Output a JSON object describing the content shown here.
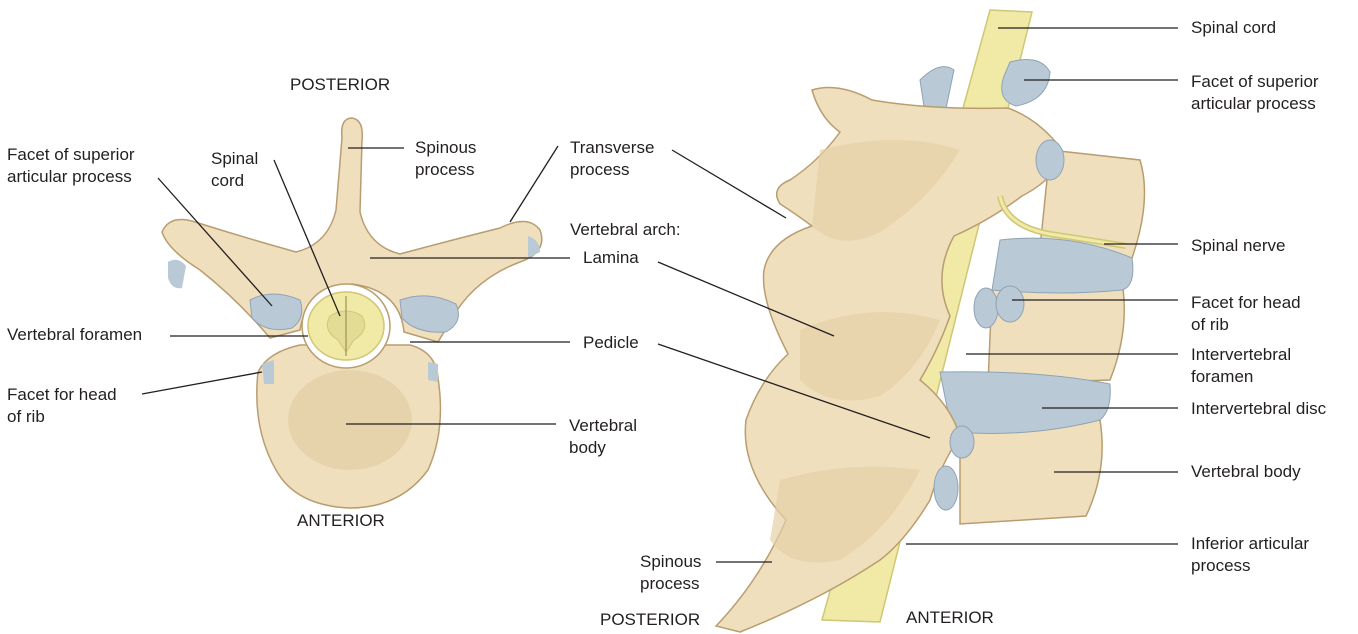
{
  "colors": {
    "bone": "#f0dfbd",
    "bone_shade": "#d9c29a",
    "bone_outline": "#b89d70",
    "cartilage": "#b9cad6",
    "cord": "#f0eaa6",
    "cord_dark": "#cfc676",
    "leader": "#231f20"
  },
  "superior_view": {
    "posterior": "POSTERIOR",
    "anterior": "ANTERIOR",
    "spinous_process": [
      "Spinous",
      "process"
    ],
    "facet_superior": [
      "Facet of superior",
      "articular process"
    ],
    "spinal_cord": [
      "Spinal",
      "cord"
    ],
    "transverse_process": [
      "Transverse",
      "process"
    ],
    "vertebral_arch": "Vertebral arch:",
    "lamina": "Lamina",
    "vertebral_foramen": "Vertebral foramen",
    "pedicle": "Pedicle",
    "facet_head_rib": [
      "Facet for head",
      "of rib"
    ],
    "vertebral_body": [
      "Vertebral",
      "body"
    ]
  },
  "lateral_view": {
    "spinal_cord": "Spinal cord",
    "facet_superior": [
      "Facet of superior",
      "articular process"
    ],
    "spinal_nerve": "Spinal nerve",
    "facet_head_rib": [
      "Facet for head",
      "of rib"
    ],
    "intervertebral_foramen": [
      "Intervertebral",
      "foramen"
    ],
    "intervertebral_disc": "Intervertebral disc",
    "vertebral_body": "Vertebral body",
    "inferior_articular": [
      "Inferior articular",
      "process"
    ],
    "spinous_process": [
      "Spinous",
      "process"
    ],
    "posterior": "POSTERIOR",
    "anterior": "ANTERIOR"
  }
}
